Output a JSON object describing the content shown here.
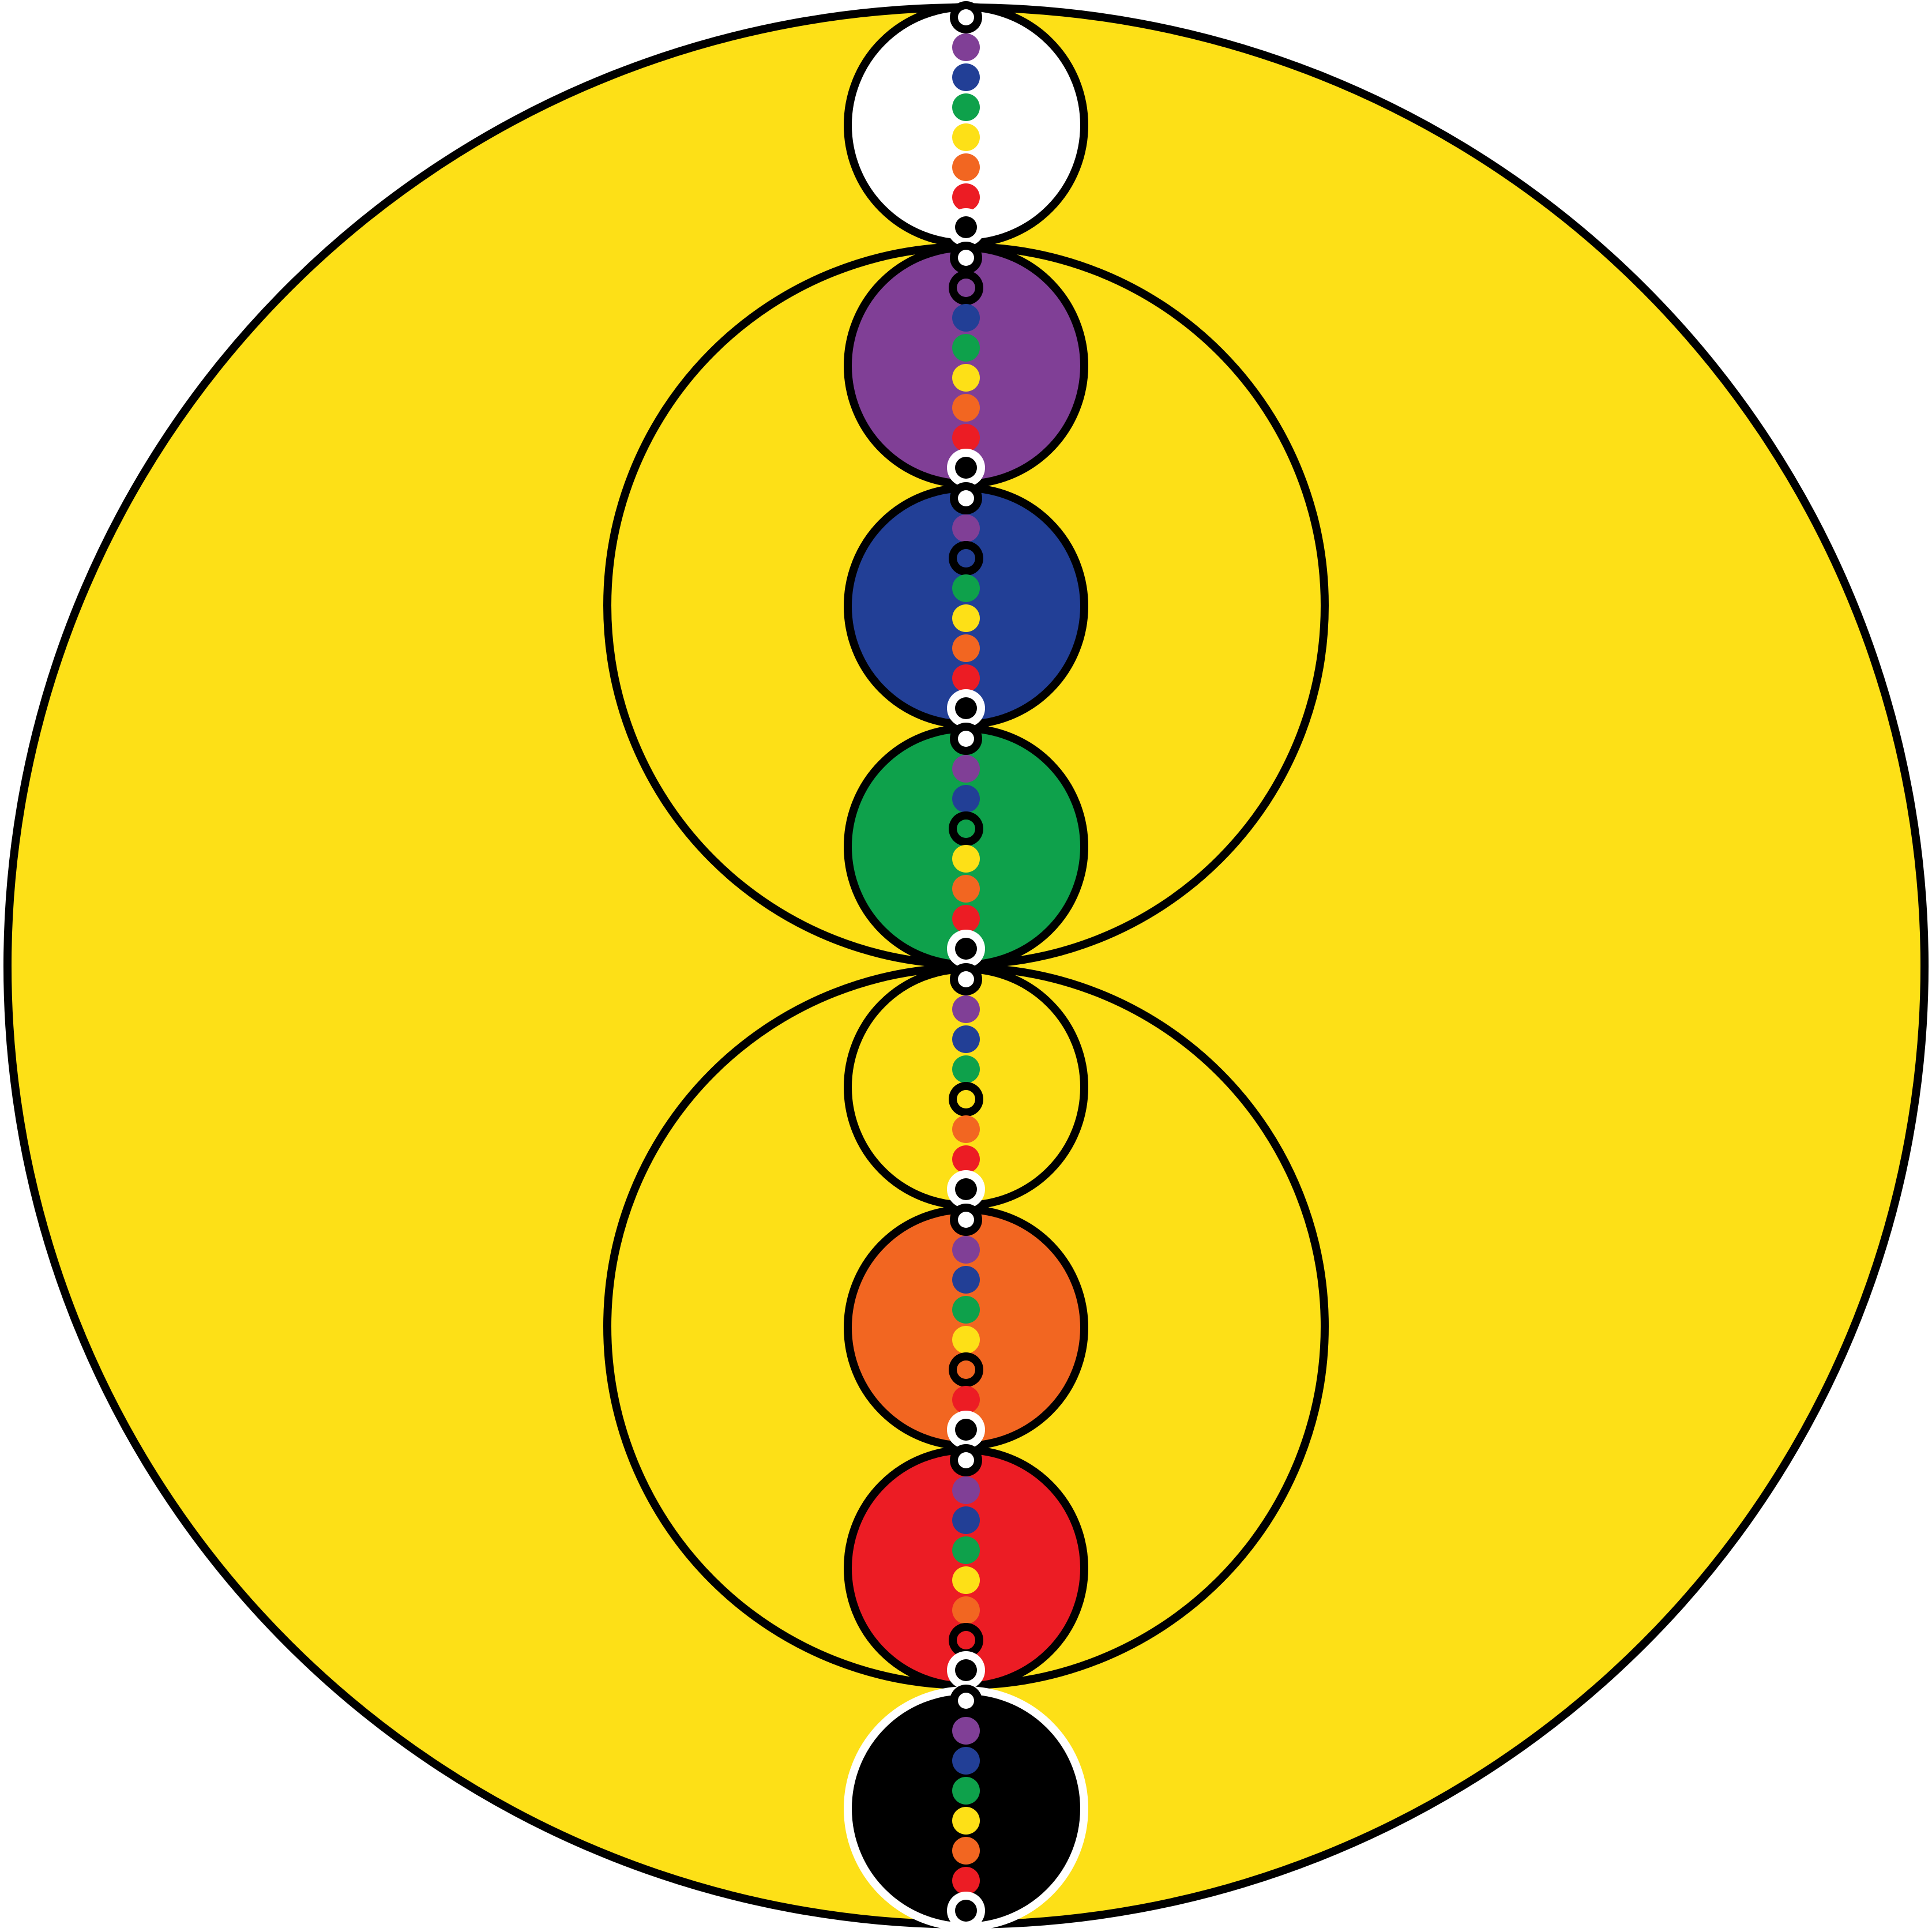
{
  "colors": {
    "background": "#ffffff",
    "field": "#fde017",
    "outline": "#000000",
    "white": "#ffffff",
    "violet": "#803f96",
    "indigo": "#223f96",
    "green": "#0ea14b",
    "yellow": "#fde017",
    "orange": "#f26621",
    "red": "#ec1c24",
    "black": "#000000"
  },
  "spheres": [
    {
      "name": "white",
      "fill": "white",
      "ring": "outline",
      "selfIndex": 0
    },
    {
      "name": "violet",
      "fill": "violet",
      "ring": "outline",
      "selfIndex": 1
    },
    {
      "name": "indigo",
      "fill": "indigo",
      "ring": "outline",
      "selfIndex": 2
    },
    {
      "name": "green",
      "fill": "green",
      "ring": "outline",
      "selfIndex": 3
    },
    {
      "name": "yellow",
      "fill": "yellow",
      "ring": "outline",
      "selfIndex": 4
    },
    {
      "name": "orange",
      "fill": "orange",
      "ring": "outline",
      "selfIndex": 5
    },
    {
      "name": "red",
      "fill": "red",
      "ring": "outline",
      "selfIndex": 6
    },
    {
      "name": "black",
      "fill": "black",
      "ring": "white",
      "selfIndex": 7
    }
  ],
  "bead_sequence": [
    "white",
    "violet",
    "indigo",
    "green",
    "yellow",
    "orange",
    "red",
    "black"
  ]
}
